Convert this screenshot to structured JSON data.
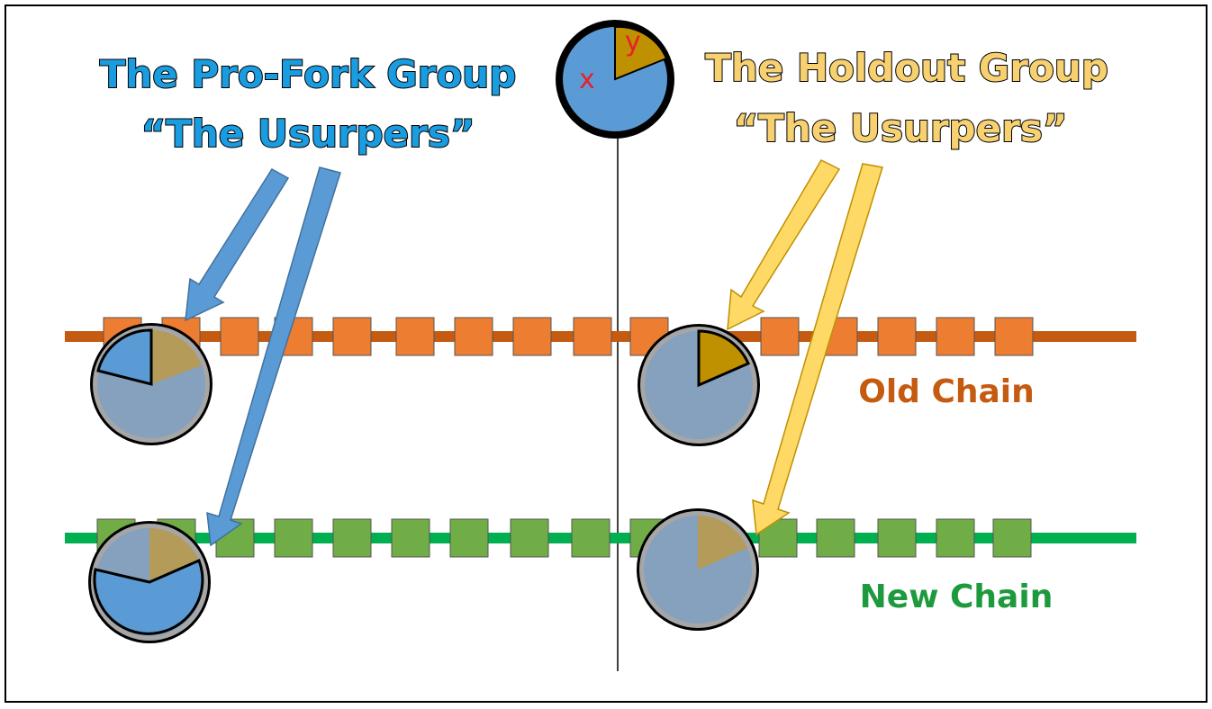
{
  "pro_fork": {
    "title": "The Pro-Fork Group",
    "subtitle": "“The Usurpers”",
    "color": "#1a9ce0"
  },
  "holdout": {
    "title": "The Holdout Group",
    "subtitle": "“The Usurpers”",
    "color": "#f7d070"
  },
  "old_chain": {
    "label": "Old Chain",
    "line_color": "#c55a11",
    "block_color": "#ed7d31",
    "label_color": "#c55a11"
  },
  "new_chain": {
    "label": "New Chain",
    "line_color": "#00b050",
    "block_color": "#70ad47",
    "label_color": "#1e9a3e"
  },
  "top_pie": {
    "x_label": "x",
    "y_label": "y",
    "x_color": "#5b9bd5",
    "y_color": "#bf9000"
  },
  "arrow_colors": {
    "blue": "#5b9bd5",
    "yellow": "#ffd966"
  }
}
